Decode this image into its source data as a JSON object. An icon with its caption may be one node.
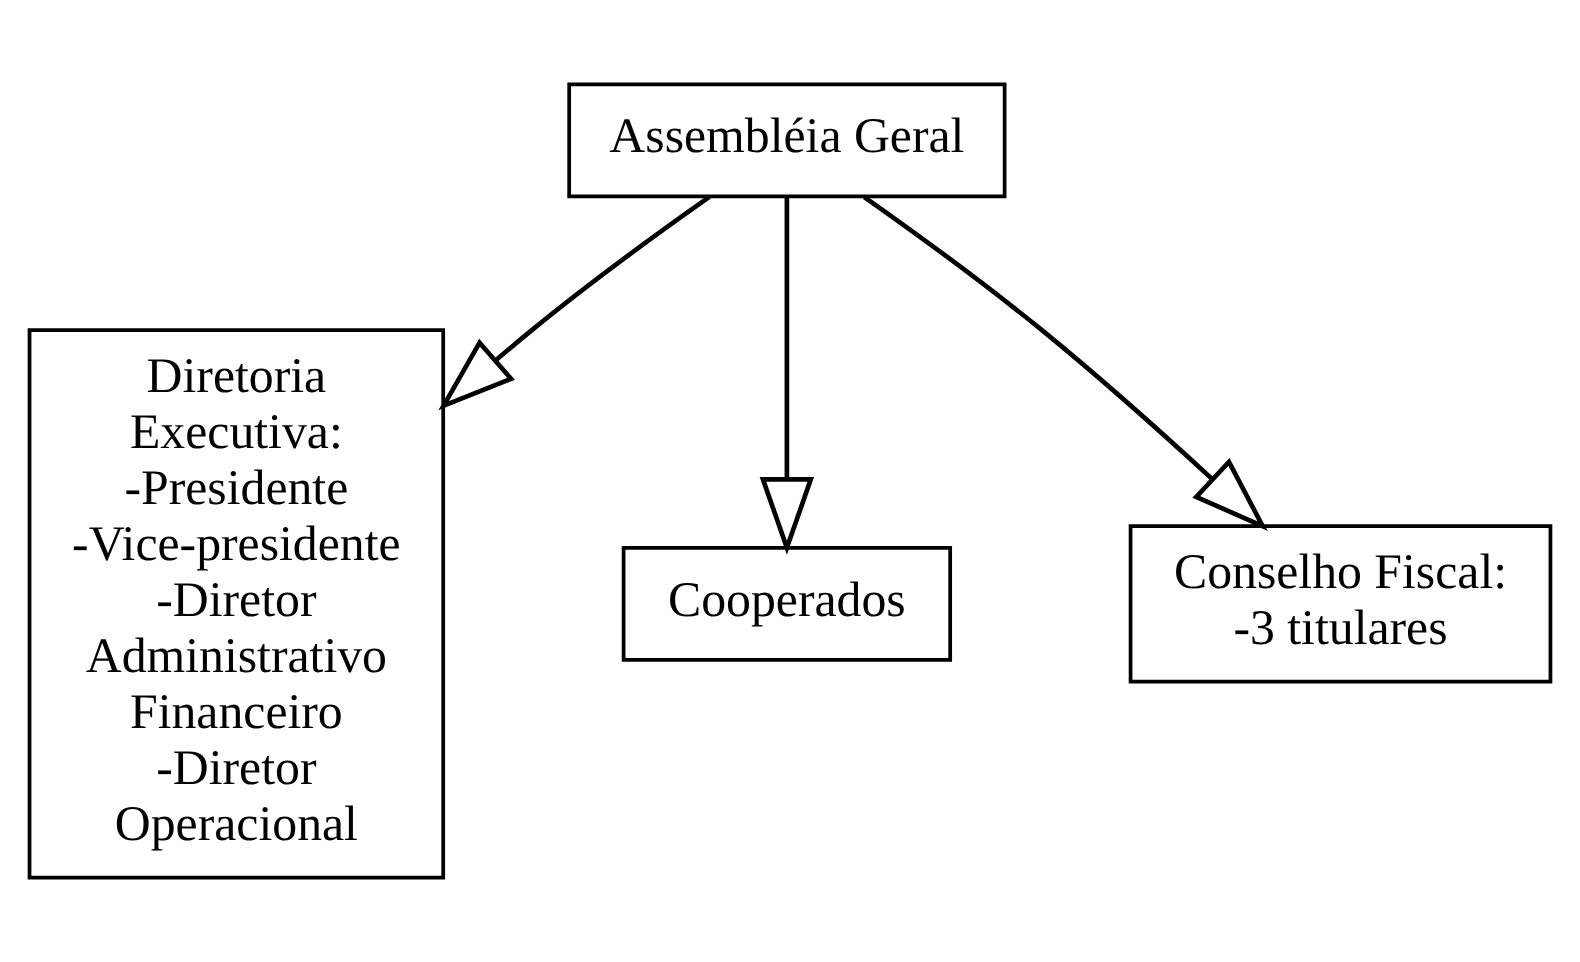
{
  "diagram": {
    "nodes": [
      {
        "text": [
          "Assembléia Geral"
        ]
      },
      {
        "text": [
          "Diretoria Executiva:",
          "-Presidente",
          "-Vice-presidente",
          "-Diretor Administrativo Financeiro",
          "-Diretor Operacional"
        ]
      },
      {
        "text": [
          "Cooperados"
        ]
      },
      {
        "text": [
          "Conselho Fiscal:",
          "-3 titulares"
        ]
      }
    ],
    "edges": [
      {
        "from": 0,
        "to": 1,
        "arrow": "to"
      },
      {
        "from": 0,
        "to": 2,
        "arrow": "to"
      },
      {
        "from": 0,
        "to": 3,
        "arrow": "to"
      }
    ]
  }
}
